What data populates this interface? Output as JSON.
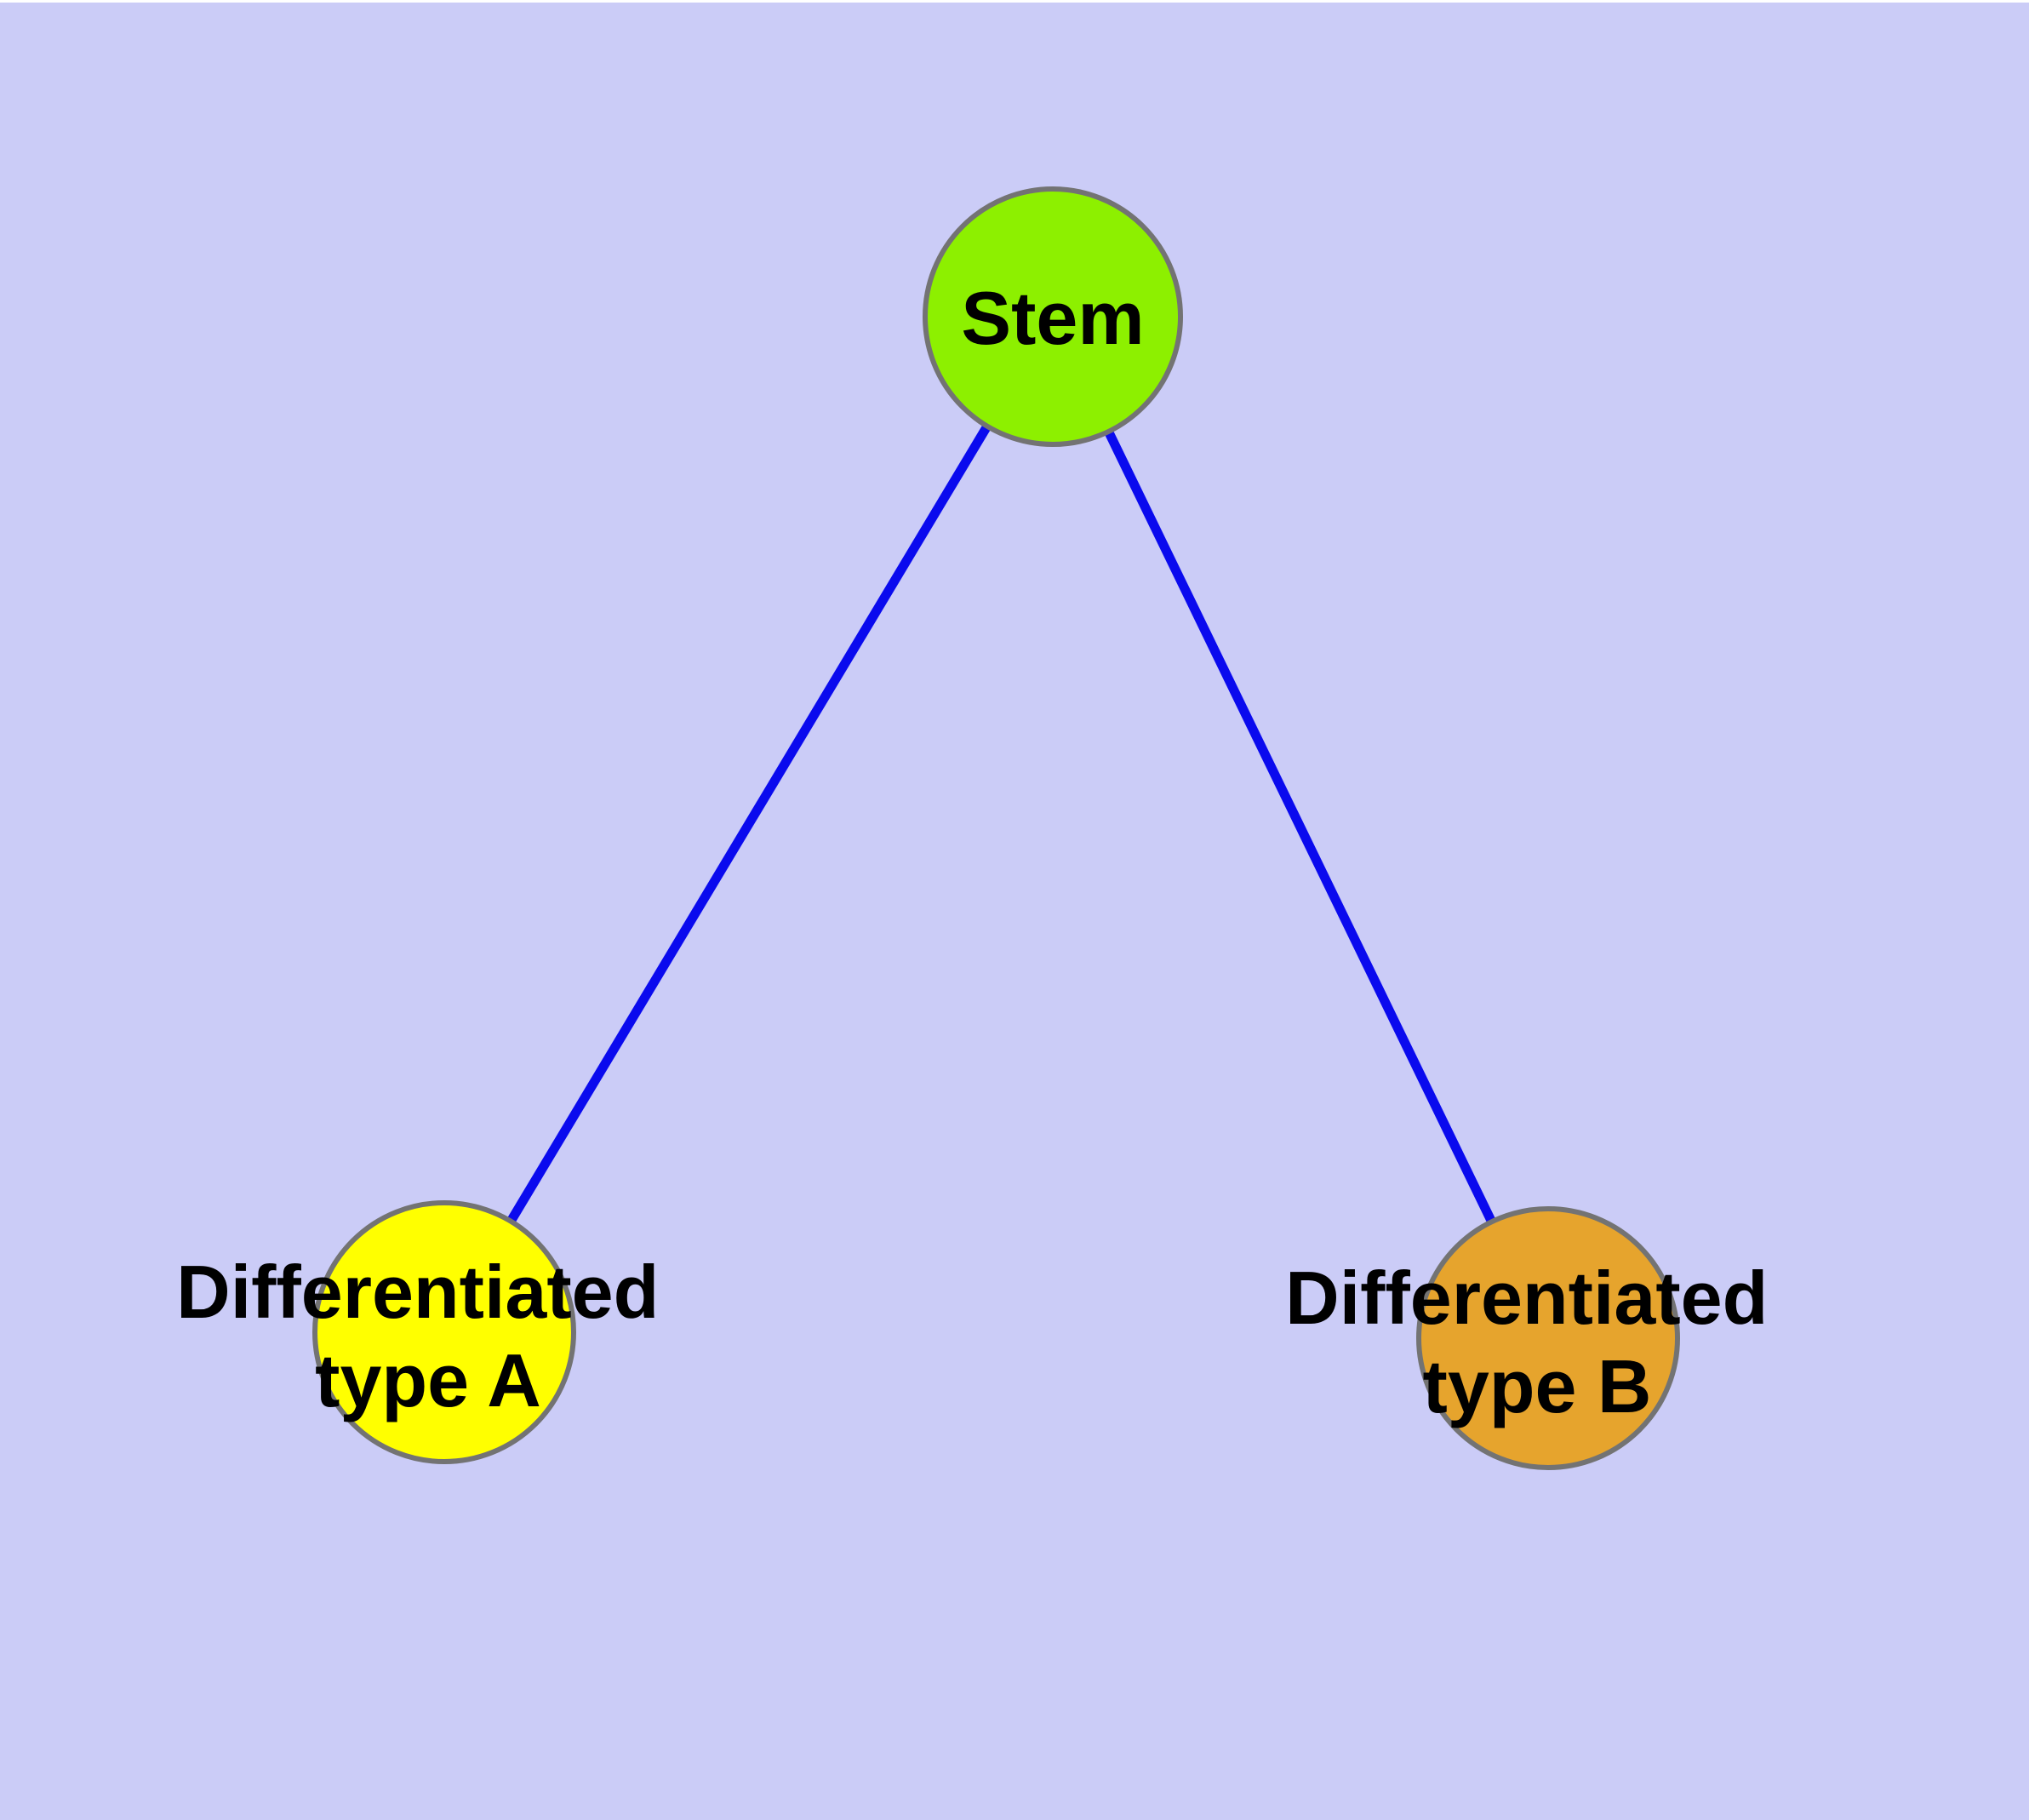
{
  "diagram": {
    "background_color": "#cbccf7",
    "top_strip_color": "#ffffff",
    "edge_color": "#0a0aee",
    "node_border_color": "#737373",
    "label_color": "#000000",
    "nodes": [
      {
        "id": "stem",
        "label": "Stem",
        "line1": "Stem",
        "fill": "#8df000"
      },
      {
        "id": "differentiated-type-a",
        "label": "Differentiated type A",
        "line1": "Differentiated",
        "line2": "type A",
        "fill": "#ffff00"
      },
      {
        "id": "differentiated-type-b",
        "label": "Differentiated type B",
        "line1": "Differentiated",
        "line2": "type B",
        "fill": "#e6a42d"
      }
    ],
    "edges": [
      {
        "from": "stem",
        "to": "differentiated-type-a"
      },
      {
        "from": "stem",
        "to": "differentiated-type-b"
      }
    ]
  }
}
